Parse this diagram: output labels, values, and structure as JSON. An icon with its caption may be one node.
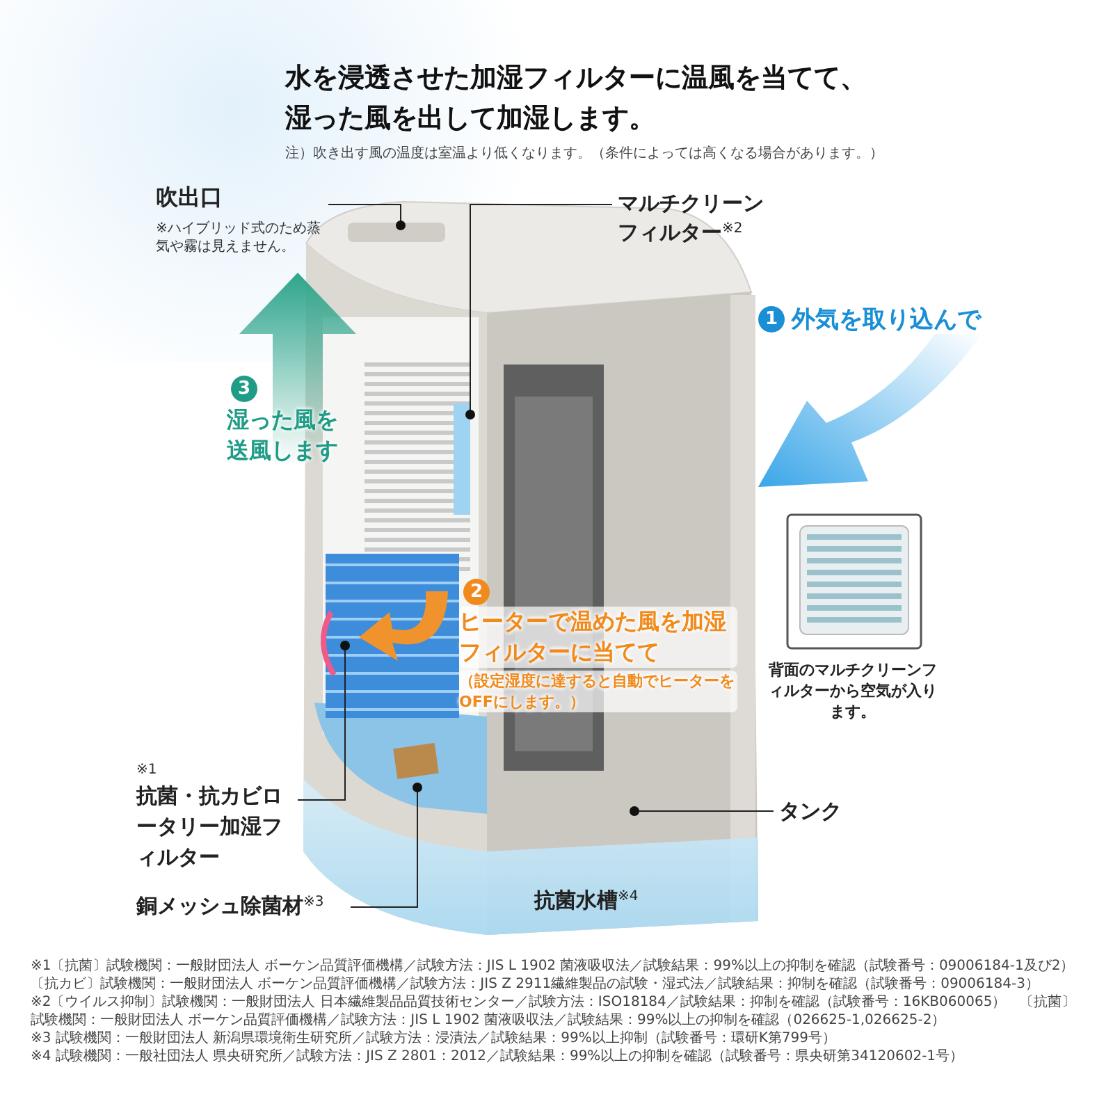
{
  "diagram": {
    "title": "水を浸透させた加湿フィルターに温風を当てて、湿った風を出して加湿します。",
    "nodes": [
      {
        "text": [
          "吹出口",
          "※ハイブリッド式のため蒸気や霧は見えません。"
        ]
      },
      {
        "text": [
          "マルチクリーンフィルター$^{※2}$"
        ]
      },
      {
        "text": [
          "※1",
          "抗菌・抗カビロータリー加湿フィルター"
        ]
      },
      {
        "text": [
          "銅メッシュ除菌材$^{※3}$"
        ]
      },
      {
        "text": [
          "タンク"
        ]
      }
    ],
    "edges": [
      {
        "from": 0,
        "to": null,
        "arrow": "other"
      },
      {
        "from": 1,
        "to": null,
        "arrow": "other"
      },
      {
        "from": 2,
        "to": null,
        "arrow": "other"
      },
      {
        "from": 3,
        "to": null,
        "arrow": "other"
      },
      {
        "from": 4,
        "to": null,
        "arrow": "other"
      }
    ],
    "labels": [
      "注）吹き出す風の温度は室温より低くなります。（条件によっては高くなる場合があります。）",
      "1",
      "外気を取り込んで",
      "3",
      "湿った風を送風します",
      "2",
      "ヒーターで温めた風を加湿フィルターに当てて",
      "（設定湿度に達すると自動でヒーターをOFFにします。）",
      "背面のマルチクリーンフィルターから空気が入ります。",
      "抗菌水槽$^{※4}$",
      "※1〔抗菌〕試験機関：一般財団法人 ボーケン品質評価機構／試験方法：JIS L 1902 菌液吸収法／試験結果：99%以上の抑制を確認（試験番号：09006184-1及び2）",
      "〔抗カビ〕試験機関：一般財団法人 ボーケン品質評価機構／試験方法：JIS Z 2911繊維製品の試験・湿式法／試験結果：抑制を確認（試験番号：09006184-3）",
      "※2〔ウイルス抑制〕試験機関：一般財団法人 日本繊維製品品質技術センター／試験方法：ISO18184／試験結果：抑制を確認（試験番号：16KB060065）　〔抗菌〕試験機関：一般財団法人 ボーケン品質評価機構／試験方法：JIS L 1902 菌液吸収法／試験結果：99%以上の抑制を確認（026625-1,026625-2）",
      "※3 試験機関：一般財団法人 新潟県環境衛生研究所／試験方法：浸漬法／試験結果：99%以上抑制（試験番号：環研K第799号）",
      "※4 試験機関：一般社団法人 県央研究所／試験方法：JIS Z 2801：2012／試験結果：99%以上の抑制を確認（試験番号：県央研第34120602-1号）"
    ]
  }
}
